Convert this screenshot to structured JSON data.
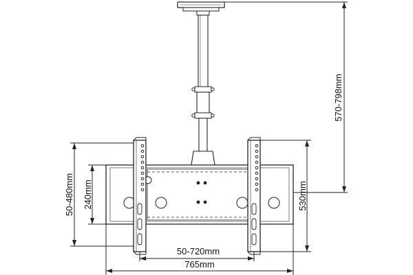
{
  "dimensions": {
    "pole_height": "570-798mm",
    "mount_height": "530mm",
    "vertical_pitch": "50-480mm",
    "plate_height": "240mm",
    "horizontal_pitch": "50-720mm",
    "plate_width": "765mm"
  }
}
